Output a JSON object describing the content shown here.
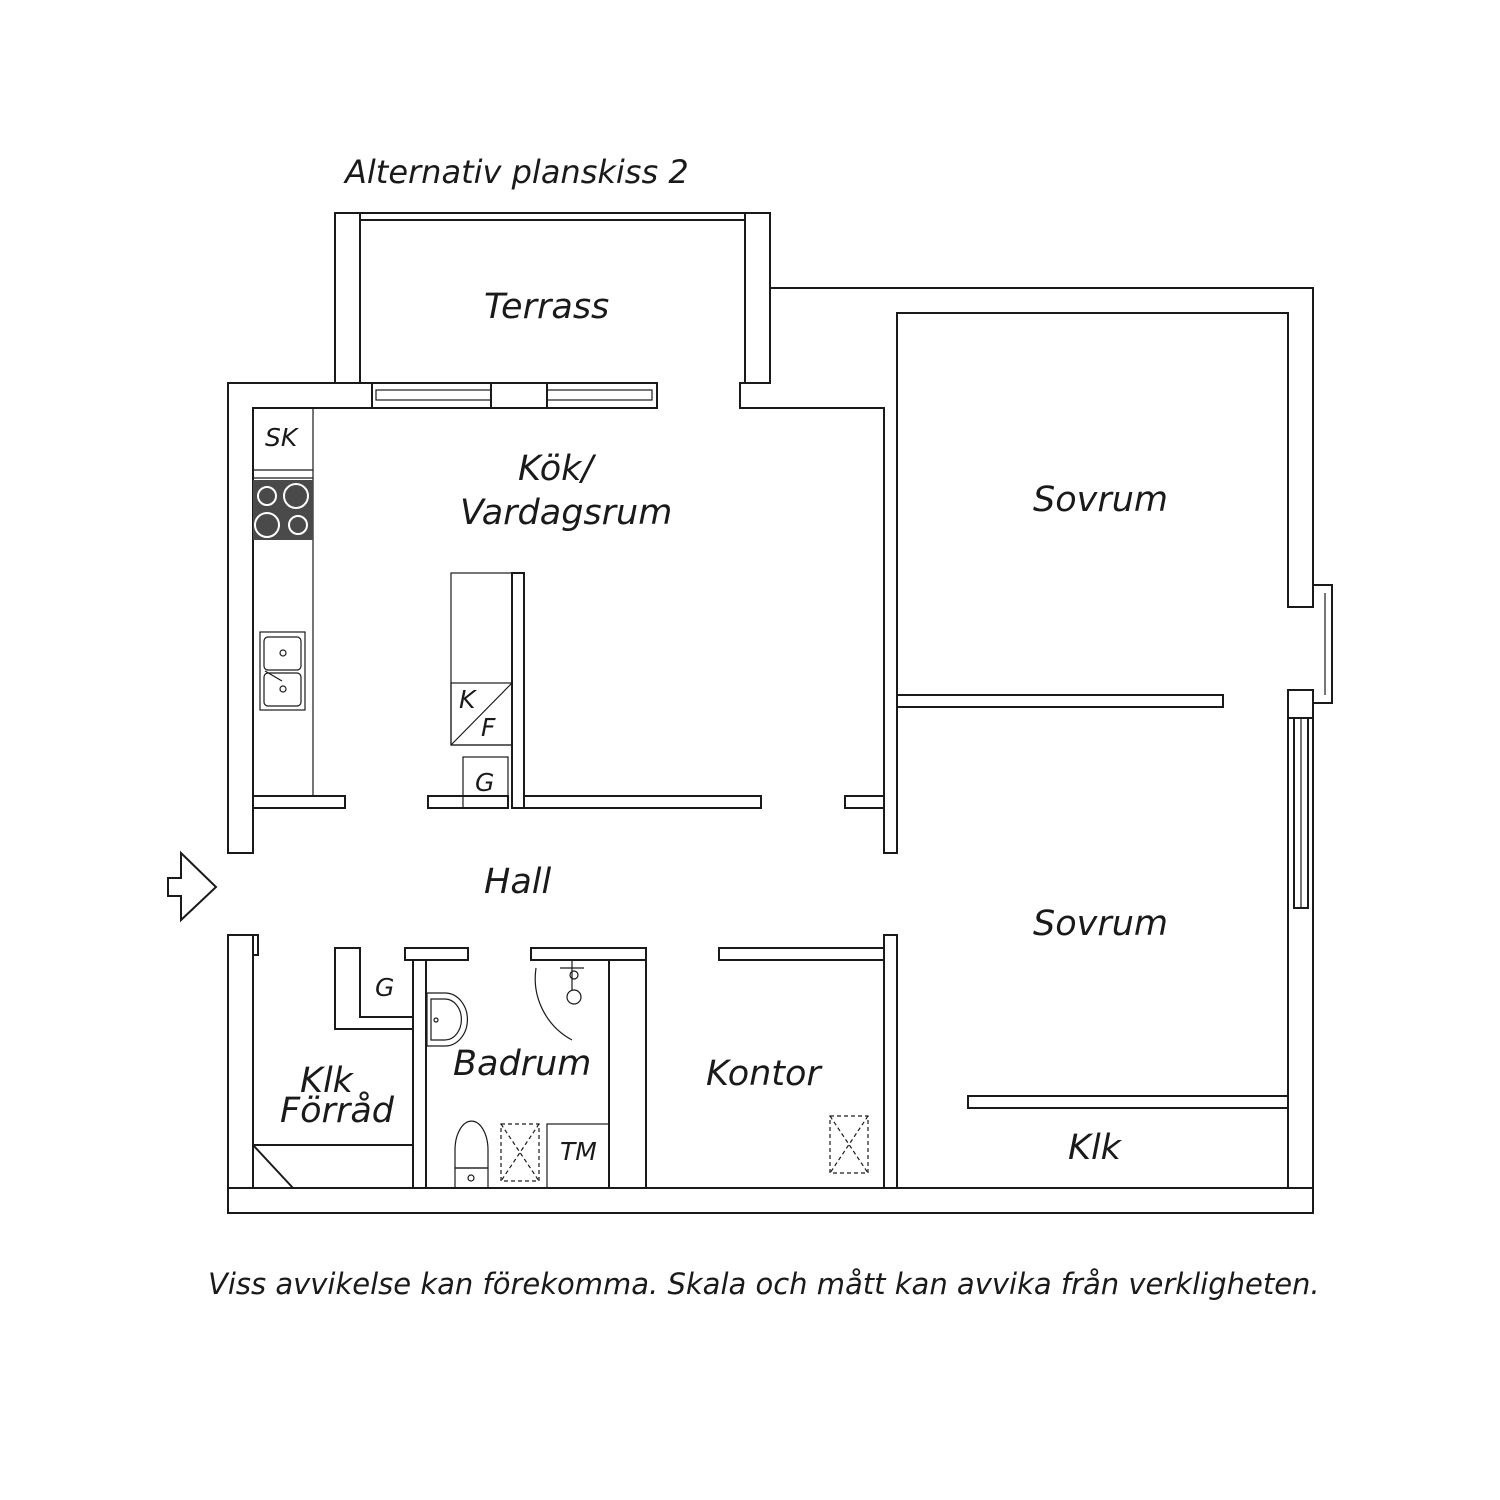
{
  "title": "Alternativ planskiss 2",
  "disclaimer": "Viss avvikelse kan förekomma. Skala och mått kan avvika från verkligheten.",
  "rooms": {
    "terrace": "Terrass",
    "kitchen_line1": "Kök/",
    "kitchen_line2": "Vardagsrum",
    "bedroom_top": "Sovrum",
    "bedroom_bottom": "Sovrum",
    "hall": "Hall",
    "closet_line1": "Klk",
    "closet_line2": "Förråd",
    "bathroom": "Badrum",
    "office": "Kontor",
    "closet_right": "Klk"
  },
  "fixtures": {
    "cabinet": "SK",
    "fridge_k": "K",
    "fridge_f": "F",
    "wardrobe_kitchen": "G",
    "wardrobe_hall": "G",
    "washer": "TM"
  },
  "icons": [
    "entrance-arrow-icon",
    "stove-icon",
    "sink-icon",
    "toilet-icon",
    "washbasin-icon",
    "shower-icon"
  ],
  "colors": {
    "line": "#1a1a1a",
    "background": "#ffffff"
  }
}
